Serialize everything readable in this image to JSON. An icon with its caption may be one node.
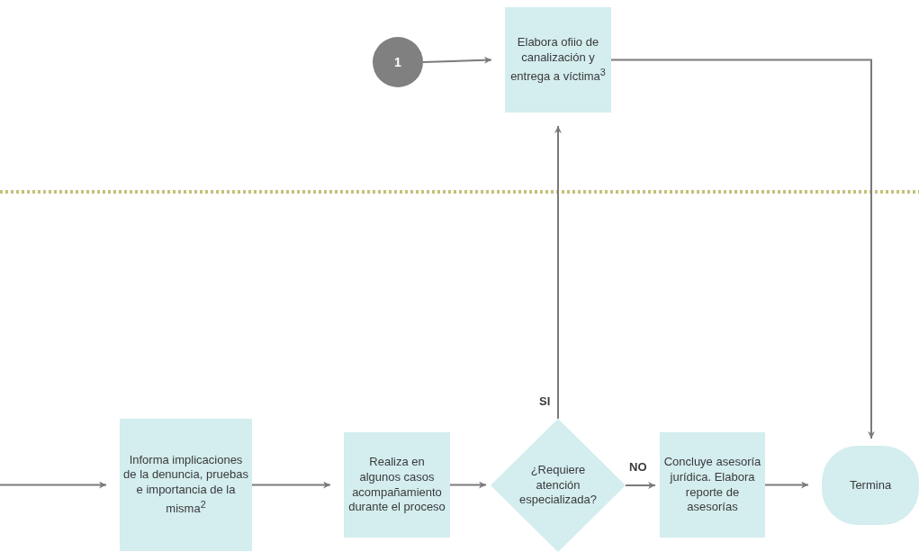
{
  "diagram": {
    "nodes": [
      {
        "text": [
          "1"
        ]
      },
      {
        "text": [
          "Elabora ofiio de canalización y entrega a víctima$^{3}$"
        ]
      },
      {
        "text": [
          "Informa implicaciones de la denuncia, pruebas e importancia de la misma$^{2}$"
        ]
      },
      {
        "text": [
          "Realiza en algunos casos acompañamiento durante el proceso"
        ]
      },
      {
        "text": [
          "¿Requiere atención especializada?"
        ]
      },
      {
        "text": [
          "Concluye asesoría jurídica. Elabora reporte de asesorías"
        ]
      },
      {
        "text": [
          "Termina"
        ]
      }
    ],
    "edges": [
      {
        "from": 0,
        "to": 1,
        "arrow": "to"
      },
      {
        "from": null,
        "to": 2,
        "arrow": "to"
      },
      {
        "from": 2,
        "to": 3,
        "arrow": "to"
      },
      {
        "from": 3,
        "to": 4,
        "arrow": "to"
      },
      {
        "from": 4,
        "to": 1,
        "arrow": "to",
        "label": "SI"
      },
      {
        "from": 4,
        "to": 5,
        "arrow": "to",
        "label": "NO"
      },
      {
        "from": 5,
        "to": 6,
        "arrow": "to"
      },
      {
        "from": 1,
        "to": 6,
        "arrow": "to"
      }
    ]
  }
}
